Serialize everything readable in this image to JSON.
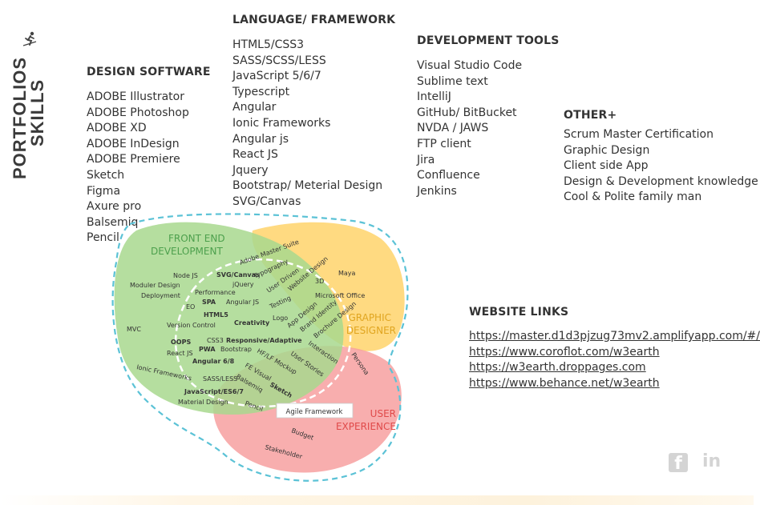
{
  "sidebar": {
    "title": "PORTFOLIOS",
    "subtitle": "SKILLS"
  },
  "design_software": {
    "heading": "DESIGN SOFTWARE",
    "items": [
      "ADOBE Illustrator",
      "ADOBE Photoshop",
      "ADOBE XD",
      "ADOBE InDesign",
      "ADOBE Premiere",
      "Sketch",
      "Figma",
      "Axure pro",
      "Balsemiq",
      "Pencil"
    ]
  },
  "language_framework": {
    "heading": "LANGUAGE/ FRAMEWORK",
    "items": [
      "HTML5/CSS3",
      "SASS/SCSS/LESS",
      "JavaScript 5/6/7",
      "Typescript",
      "Angular",
      "Ionic Frameworks",
      "Angular js",
      "React JS",
      "Jquery",
      "Bootstrap/ Meterial Design",
      "SVG/Canvas"
    ]
  },
  "development_tools": {
    "heading": "DEVELOPMENT TOOLS",
    "items": [
      "Visual Studio Code",
      "Sublime text",
      "IntelliJ",
      "GitHub/ BitBucket",
      "NVDA / JAWS",
      "FTP client",
      "Jira",
      "Confluence",
      "Jenkins"
    ]
  },
  "other": {
    "heading": "OTHER+",
    "items": [
      "Scrum Master Certification",
      "Graphic Design",
      "Client side App",
      "Design & Development knowledge",
      "Cool & Polite family man"
    ]
  },
  "website_links": {
    "heading": "WEBSITE LINKS",
    "links": [
      "https://master.d1d3pjzug73mv2.amplifyapp.com/#/",
      "https://www.coroflot.com/w3earth",
      "https://w3earth.droppages.com",
      "https://www.behance.net/w3earth"
    ]
  },
  "venn": {
    "front_end_1": "FRONT END",
    "front_end_2": "DEVELOPMENT",
    "graphic_1": "GRAPHIC",
    "graphic_2": "DESIGNER",
    "user_1": "USER",
    "user_2": "EXPERIENCE",
    "agile": "Agile Framework",
    "t": {
      "node": "Node JS",
      "moduler": "Moduler Design",
      "deployment": "Deployment",
      "seo": "EO",
      "mvc": "MVC",
      "version": "Version Control",
      "oops": "OOPS",
      "react": "React JS",
      "ionic": "Ionic Frameworks",
      "svg": "SVG/Canvas",
      "jquery": "jQuery",
      "perf": "Performance",
      "spa": "SPA",
      "angularjs": "Angular JS",
      "html5": "HTML5",
      "creativity": "Creativity",
      "css3": "CSS3",
      "responsive": "Responsive/Adaptive",
      "pwa": "PWA",
      "bootstrap": "Bootstrap",
      "angular68": "Angular 6/8",
      "sass": "SASS/LESS",
      "js": "JavaScript/ES6/7",
      "material": "Material Design",
      "pencil": "Pencil",
      "balsemiq": "Balsemiq",
      "fevisual": "FE Visual",
      "sketch": "Sketch",
      "hflf": "HF/LF Mockup",
      "adobe": "Adobe Master Suite",
      "typo": "Typography",
      "userdriven": "User Driven",
      "website": "Website Design",
      "testing": "Testing",
      "logo": "Logo",
      "appdesign": "App Design",
      "brand": "Brand Identity",
      "brochure": "Brochure Design",
      "userstories": "User Stories",
      "interaction": "Interaction",
      "persona": "Persona",
      "maya": "Maya",
      "threed": "3D",
      "msoffice": "Microsoft Office",
      "budget": "Budget",
      "stakeholder": "Stakeholder"
    }
  },
  "social": {
    "facebook": "f",
    "linkedin": "in"
  },
  "colors": {
    "green": "#a8d88e",
    "yellow": "#ffd36b",
    "pink": "#f7a0a0",
    "dash": "#5bc2d6",
    "text": "#333333"
  }
}
